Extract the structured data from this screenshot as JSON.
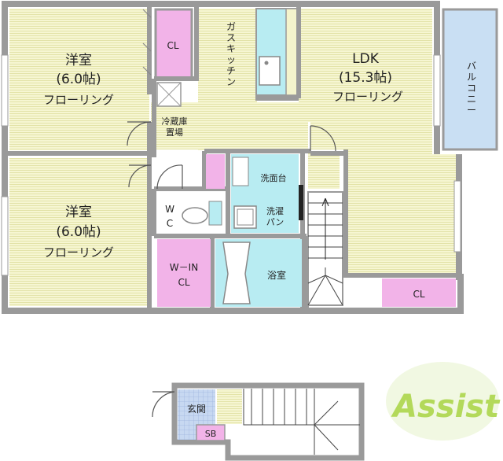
{
  "rooms": {
    "western_room_1": {
      "name": "洋室",
      "size": "(6.0帖)",
      "floor": "フローリング"
    },
    "western_room_2": {
      "name": "洋室",
      "size": "(6.0帖)",
      "floor": "フローリング"
    },
    "ldk": {
      "name": "LDK",
      "size": "(15.3帖)",
      "floor": "フローリング"
    },
    "closet_top": "CL",
    "closet_ldk": "CL",
    "walk_in_closet": [
      "W－IN",
      "CL"
    ],
    "gas_kitchen": [
      "ガ",
      "ス",
      "キ",
      "ッ",
      "チ",
      "ン"
    ],
    "balcony": [
      "バ",
      "ル",
      "コ",
      "ニ",
      "ー"
    ],
    "fridge_space": [
      "冷蔵庫",
      "置場"
    ],
    "washbasin": "洗面台",
    "laundry_pan": [
      "洗濯",
      "パン"
    ],
    "wc": [
      "W",
      "C"
    ],
    "bathroom": "浴室",
    "entrance": "玄関",
    "shoe_box": "SB"
  },
  "logo": {
    "text": "Assist"
  },
  "colors": {
    "floor_stripe": "#f4f4cc",
    "closet": "#f2b3e8",
    "wet_area": "#b8ecf2",
    "balcony": "#c9dff3",
    "entrance": "#c5d6f0",
    "wall": "#9a9a9a",
    "logo": "#b3d95a"
  }
}
